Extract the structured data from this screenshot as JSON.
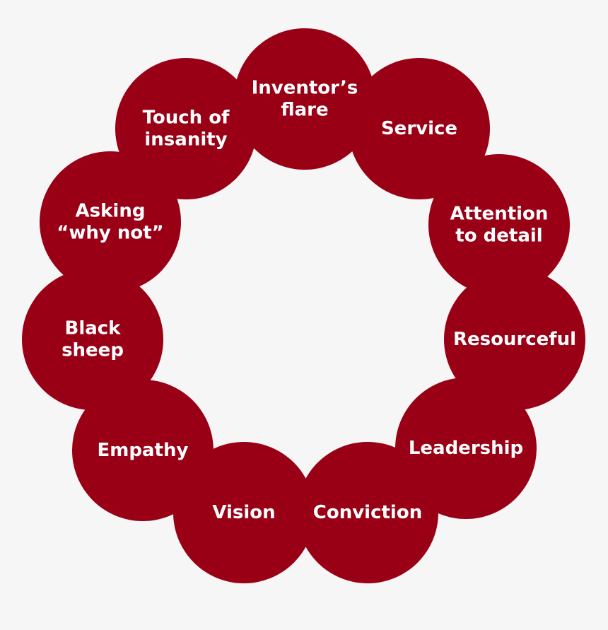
{
  "colors": {
    "background": "#f6f6f7",
    "node_fill": "#990015",
    "label_text": "#ffffff"
  },
  "nodes": [
    {
      "id": "inventors-flare",
      "lines": [
        "Inventor’s",
        "flare"
      ]
    },
    {
      "id": "service",
      "lines": [
        "Service"
      ]
    },
    {
      "id": "attention-to-detail",
      "lines": [
        "Attention",
        "to detail"
      ]
    },
    {
      "id": "resourceful",
      "lines": [
        "Resourceful"
      ]
    },
    {
      "id": "leadership",
      "lines": [
        "Leadership"
      ]
    },
    {
      "id": "conviction",
      "lines": [
        "Conviction"
      ]
    },
    {
      "id": "vision",
      "lines": [
        "Vision"
      ]
    },
    {
      "id": "empathy",
      "lines": [
        "Empathy"
      ]
    },
    {
      "id": "black-sheep",
      "lines": [
        "Black",
        "sheep"
      ]
    },
    {
      "id": "asking-why-not",
      "lines": [
        "Asking",
        "“why not”"
      ]
    },
    {
      "id": "touch-of-insanity",
      "lines": [
        "Touch of",
        "insanity"
      ]
    }
  ]
}
